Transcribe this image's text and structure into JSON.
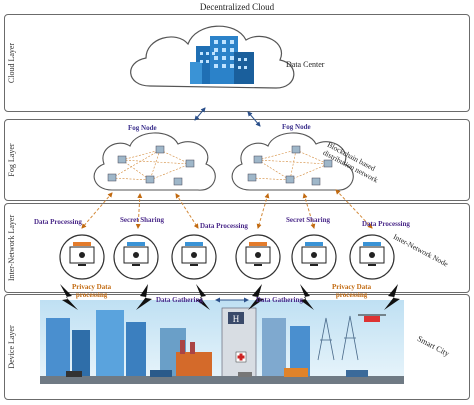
{
  "title": "Decentralized Cloud",
  "layers": {
    "cloud": "Cloud Layer",
    "fog": "Fog Layer",
    "internetwork": "Inter-Network Layer",
    "device": "Device Layer"
  },
  "cloud": {
    "data_center": "Data Center"
  },
  "fog": {
    "left_node": "Fog Node",
    "right_node": "Fog Node",
    "blockchain_note_line1": "Blockchain based",
    "blockchain_note_line2": "distribution network"
  },
  "internetwork": {
    "side_label": "Inter-Network Node",
    "labels": [
      "Data Processing",
      "Secret Sharing",
      "Data Processing",
      "Secret Sharing",
      "Data Processing"
    ]
  },
  "device": {
    "side_label": "Smart City",
    "privacy_left_line1": "Privacy Data",
    "privacy_left_line2": "processing",
    "gathering_left": "Data Gathering",
    "gathering_right": "Data Gathering",
    "privacy_right_line1": "Privacy Data",
    "privacy_right_line2": "processing"
  },
  "colors": {
    "building_blue": "#1f6fb4",
    "arrow_orange": "#d38a3a",
    "label_purple": "#4b2a8a",
    "arrow_blue": "#2a4f8a",
    "bolt_black": "#111111"
  }
}
